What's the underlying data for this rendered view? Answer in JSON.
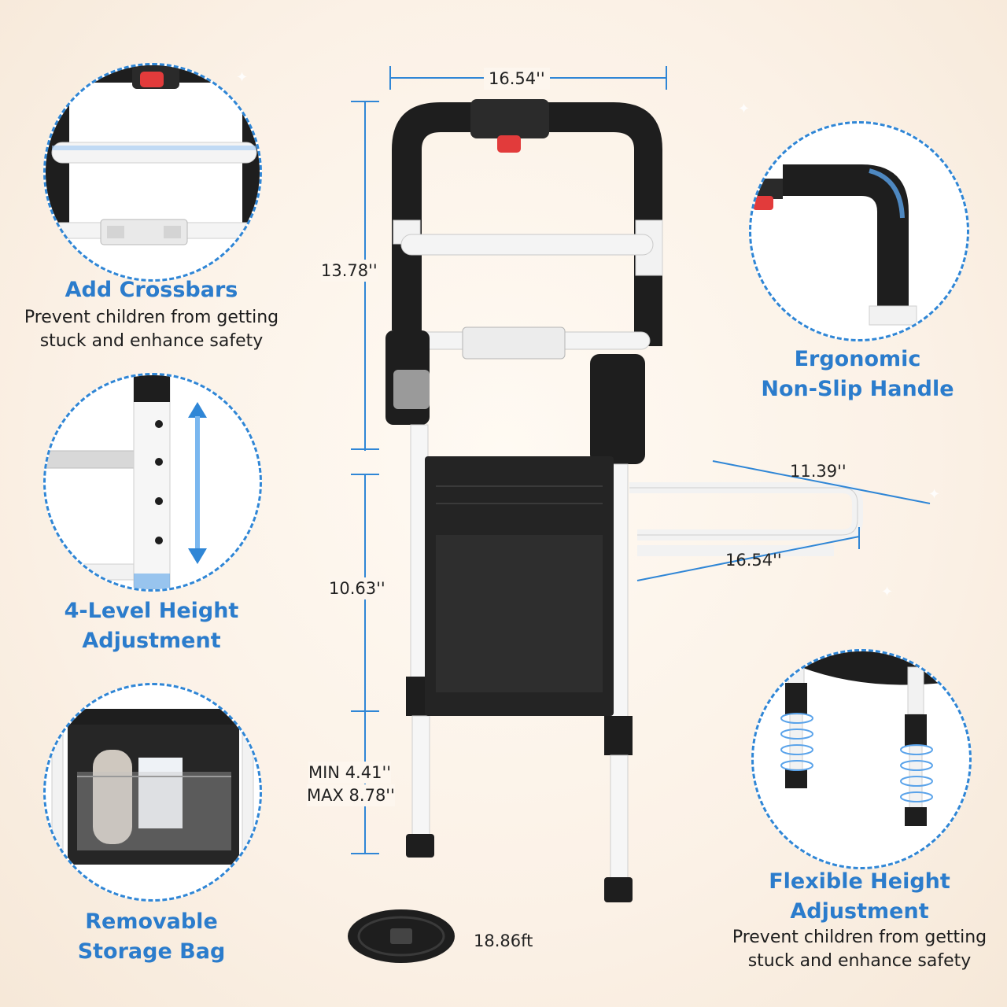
{
  "features": {
    "crossbars": {
      "title": "Add Crossbars",
      "desc": "Prevent children from getting stuck and enhance safety"
    },
    "handle": {
      "title_line1": "Ergonomic",
      "title_line2": "Non-Slip Handle"
    },
    "height4": {
      "title_line1": "4-Level Height",
      "title_line2": "Adjustment"
    },
    "storage": {
      "title_line1": "Removable",
      "title_line2": "Storage Bag"
    },
    "flexible": {
      "title_line1": "Flexible Height",
      "title_line2": "Adjustment",
      "desc": "Prevent children from getting stuck and enhance safety"
    }
  },
  "dimensions": {
    "top_width": "16.54''",
    "upper_height": "13.78''",
    "lower_height": "10.63''",
    "leg_min": "MIN 4.41''",
    "leg_max": "MAX 8.78''",
    "base_depth": "11.39''",
    "base_width": "16.54''",
    "strap_length": "18.86ft"
  },
  "colors": {
    "accent_blue": "#2b7ccc",
    "frame_black": "#1e1e1e",
    "frame_white": "#f2f2f2",
    "button_red": "#e23b3b"
  },
  "icons": [
    "up-down-arrow-icon",
    "spring-icon",
    "sparkle-icon"
  ]
}
